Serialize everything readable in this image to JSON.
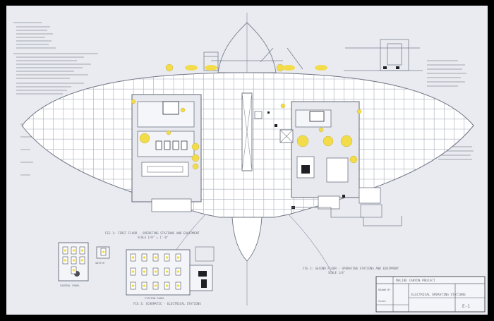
{
  "colors": {
    "frame": "#000000",
    "paper": "#e9ebf1",
    "ink": "#6a6e78",
    "grid": "#9aa1b1",
    "yellow": "#f3dc4a",
    "dark": "#1f2026"
  },
  "title_block": {
    "project_line": "MALIBU CANYON PROJECT",
    "sheet_title": "ELECTRICAL OPERATING STATIONS",
    "drawn_by": "DRAWN BY",
    "scale": "SCALE",
    "sheet_number": "E-1"
  },
  "captions": {
    "plan_left": "FIG 1: FIRST FLOOR - OPERATING STATIONS AND EQUIPMENT",
    "plan_left_scale": "SCALE 1/8\" = 1'-0\"",
    "plan_right": "FIG 2: SECOND FLOOR - OPERATING STATIONS AND EQUIPMENT",
    "plan_right_scale": "SCALE 1/8\"",
    "schematic": "FIG 3: SCHEMATIC - ELECTRICAL STATIONS",
    "panel_a": "CONTROL PANEL",
    "panel_b": "SWITCH",
    "panel_c": "STATION PANEL"
  }
}
